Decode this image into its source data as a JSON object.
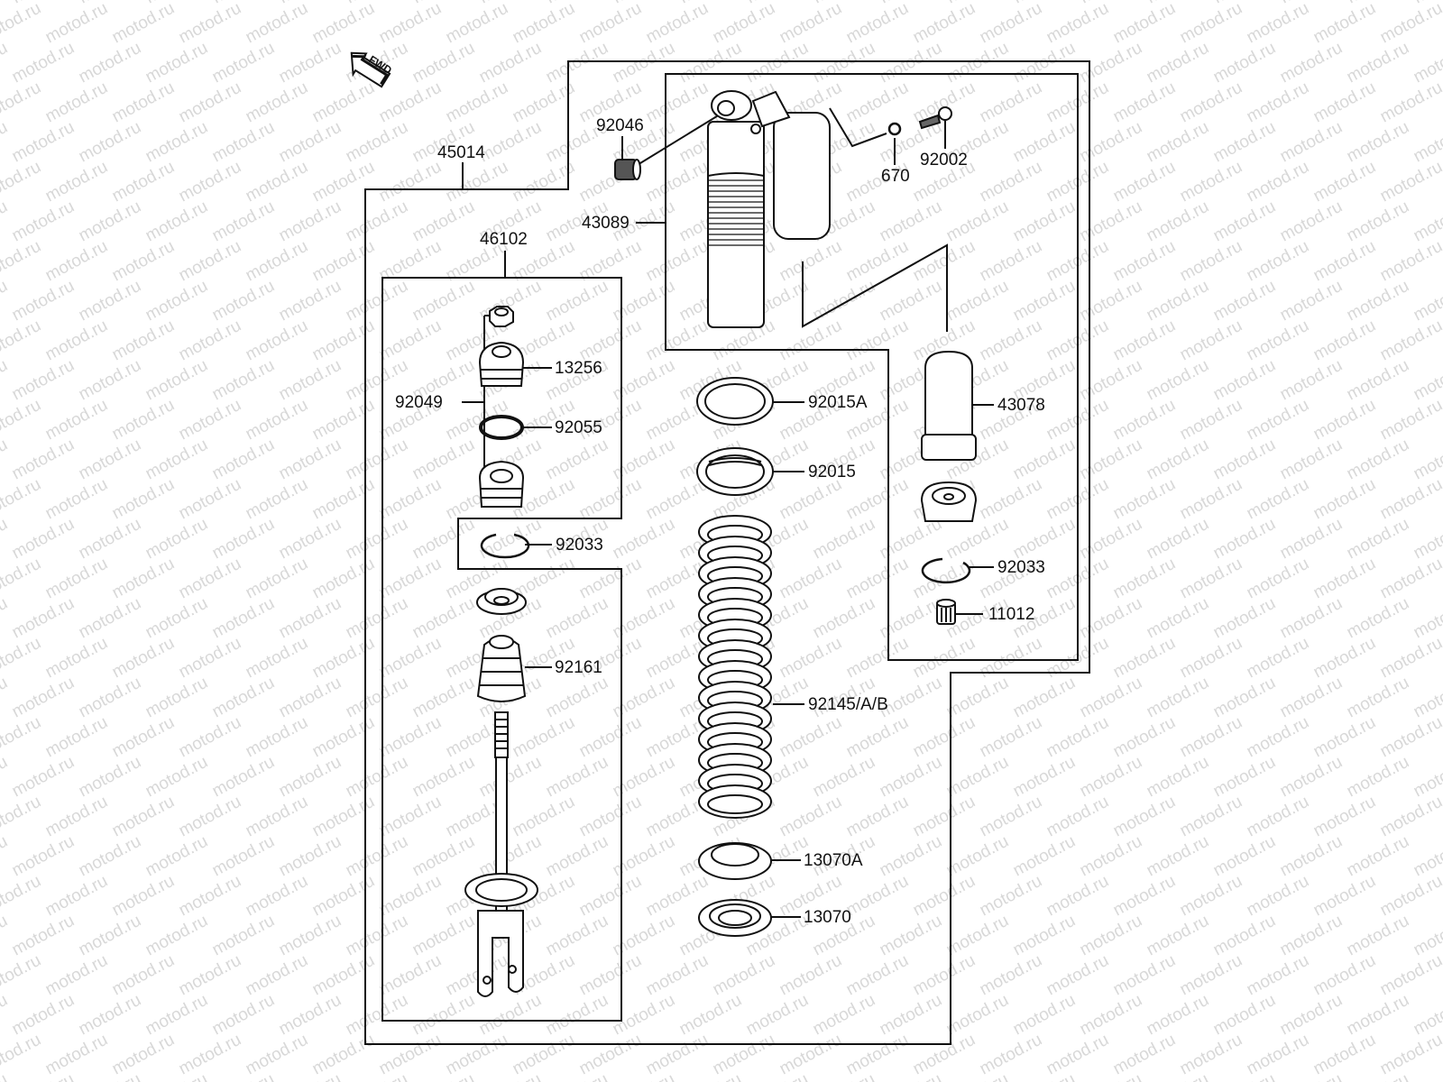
{
  "watermark": {
    "text": "motod.ru",
    "color": "#d8d8d8"
  },
  "orientation": {
    "label": "FWD"
  },
  "parts": {
    "shock_assembly": "45014",
    "bushing_top": "92046",
    "shock_body": "43089",
    "oring_valve": "670",
    "bolt": "92002",
    "rod_assembly": "46102",
    "nut_set": "92049",
    "seal_13256": "13256",
    "oring_92055": "92055",
    "circlip_left": "92033",
    "bumper": "92161",
    "lock_nut_a": "92015A",
    "lock_nut": "92015",
    "spring": "92145/A/B",
    "spring_seat_a": "13070A",
    "spring_seat": "13070",
    "reservoir_bladder": "43078",
    "circlip_right": "92033",
    "bushing_bottom": "11012"
  }
}
